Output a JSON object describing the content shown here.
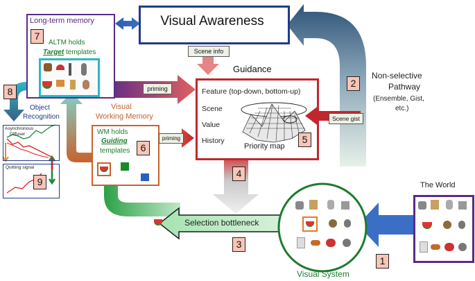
{
  "visual_awareness": {
    "title": "Visual Awareness"
  },
  "ltm": {
    "title": "Long-term memory",
    "holds_line1": "ALTM holds",
    "target": "Target",
    "templates": " templates",
    "badge": "7"
  },
  "guidance": {
    "title": "Guidance",
    "feature": "Feature (top-down, bottom-up)",
    "scene": "Scene",
    "value": "Value",
    "history": "History",
    "priority_map": "Priority map",
    "badge": "5"
  },
  "wm": {
    "title_line1": "Visual",
    "title_line2": "Working Memory",
    "holds": "WM holds",
    "guiding": "Guiding",
    "templates": "templates",
    "badge": "6"
  },
  "tags": {
    "scene_info": "Scene info",
    "priming_top": "priming",
    "priming_wm": "priming",
    "scene_gist": "Scene gist"
  },
  "pathway": {
    "line1": "Non-selective",
    "line2": "Pathway",
    "line3": "(Ensemble, Gist,",
    "line4": "etc.)",
    "badge": "2"
  },
  "object_recognition": {
    "line1": "Object",
    "line2": "Recognition",
    "badge": "8"
  },
  "diffuser": {
    "label_line1": "Asynchronous",
    "label_line2": "Diffuser"
  },
  "quitting": {
    "label": "Quitting signal",
    "badge": "9"
  },
  "selection": {
    "label": "Selection bottleneck",
    "badge": "3"
  },
  "down_arrow_badge": "4",
  "visual_system": {
    "label": "Visual System"
  },
  "world": {
    "label": "The World",
    "badge": "1"
  },
  "colors": {
    "navy": "#1f3a8a",
    "red_box": "#c0272d",
    "orange": "#c8622c",
    "purple": "#5b2a86",
    "green": "#1e7a2f",
    "cyan": "#2bb7c9",
    "steel": "#3a5f86"
  }
}
